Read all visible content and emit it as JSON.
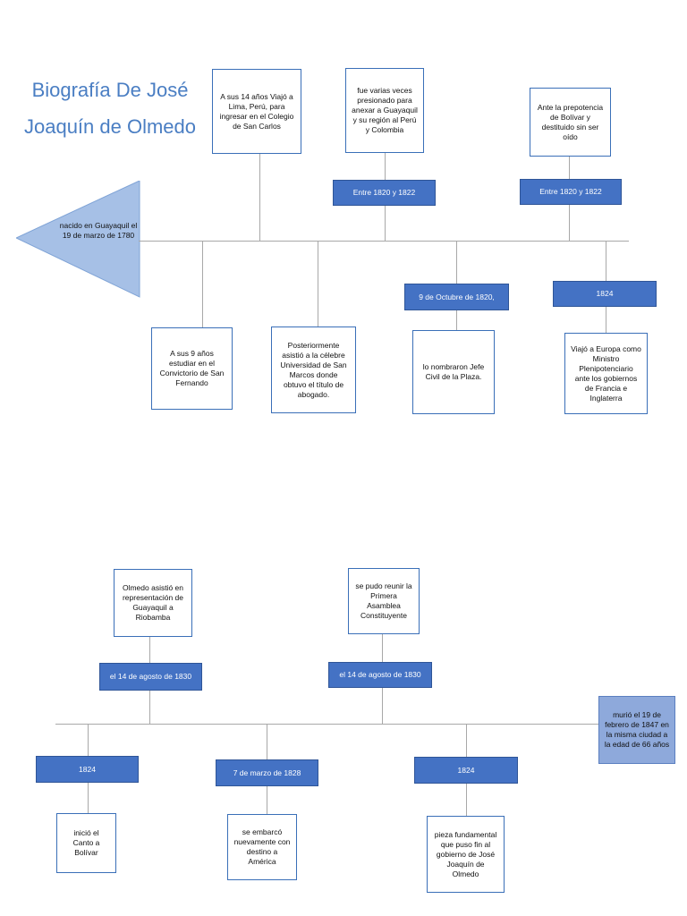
{
  "title": "Biografía De José Joaquín de Olmedo",
  "birth": "nacido en Guayaquil el 19 de marzo de 1780",
  "death": "murió el 19 de febrero de 1847 en la misma ciudad a la edad de 66 años",
  "colors": {
    "accent": "#4472c4",
    "title": "#4a7ec3",
    "arrow": "#a6c0e6",
    "death_box": "#8ea9db"
  },
  "events_top": [
    {
      "date": "",
      "text": "A sus 14 años Viajó a Lima, Perú, para ingresar en el Colegio de San Carlos"
    },
    {
      "date": "Entre 1820 y 1822",
      "text": "fue varias veces presionado para anexar a Guayaquil y su región al Perú y Colombia"
    },
    {
      "date": "Entre 1820 y 1822",
      "text": "Ante la prepotencia de Bolívar y destituido sin ser oído"
    }
  ],
  "events_bottom": [
    {
      "date": "",
      "text": "A sus 9 años estudiar en el Convictorio de San Fernando"
    },
    {
      "date": "",
      "text": "Posteriormente asistió a la célebre Universidad de San Marcos donde obtuvo el título de abogado."
    },
    {
      "date": "9 de Octubre de 1820,",
      "text": "lo nombraron Jefe Civil de la Plaza."
    },
    {
      "date": "1824",
      "text": "Viajó a Europa como Ministro Plenipotenciario ante los gobiernos de Francia e Inglaterra"
    }
  ],
  "events2_top": [
    {
      "date": "el 14 de agosto de 1830",
      "text": "Olmedo asistió en representación de Guayaquil a Riobamba"
    },
    {
      "date": "el 14 de agosto de 1830",
      "text": "se pudo reunir la Primera Asamblea Constituyente"
    }
  ],
  "events2_bottom": [
    {
      "date": "1824",
      "text": "inició el Canto a Bolívar"
    },
    {
      "date": "7 de marzo de 1828",
      "text": "se embarcó nuevamente con destino a América"
    },
    {
      "date": "1824",
      "text": "pieza fundamental que puso fin al gobierno de José Joaquín de Olmedo"
    }
  ]
}
